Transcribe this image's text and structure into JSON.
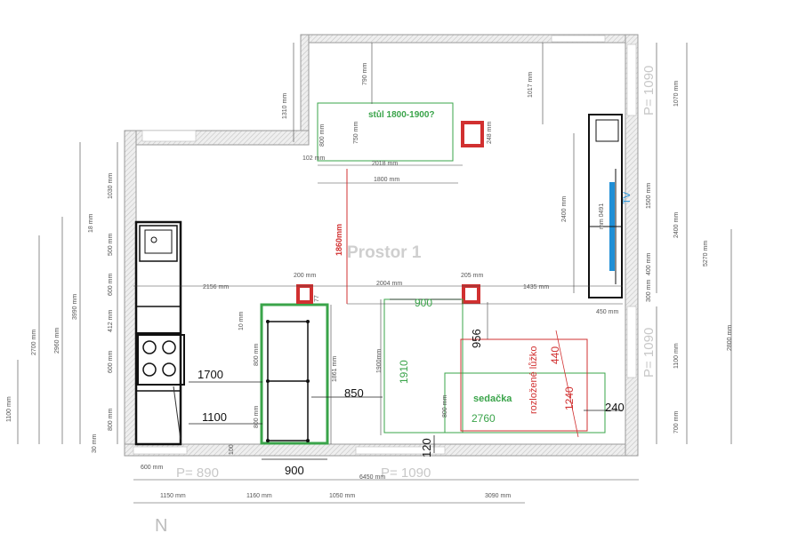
{
  "room_label": "Prostor 1",
  "north_symbol": "N",
  "labels": {
    "table": "stůl 1800-1900?",
    "tv": "TV",
    "sofa": "sedačka",
    "bed": "rozložené lůžko",
    "sofa_depth": "1910",
    "sofa_width": "2760",
    "bed_1240": "1240",
    "bed_440": "440",
    "dist_956": "956",
    "dist_1860": "1860mm",
    "d900_top": "900",
    "d240": "240",
    "d120": "120",
    "d850": "850",
    "d1700": "1700",
    "d1100": "1100",
    "d900_bottom": "900",
    "p1090_a": "P= 1090",
    "p1090_b": "P= 1090",
    "p1090_c": "P= 1090",
    "p890": "P= 890"
  },
  "dims": {
    "m2156": "2156 mm",
    "m2004": "2004 mm",
    "m1435": "1435 mm",
    "m200": "200 mm",
    "m205": "205 mm",
    "m2018": "2018 mm",
    "m1800": "1800 mm",
    "m1310": "1310 mm",
    "m790": "790 mm",
    "m750": "750 mm",
    "m800": "800 mm",
    "m1017": "1017 mm",
    "m248": "248 mm",
    "m102": "102 mm",
    "m1070": "1070 mm",
    "m5270": "5270 mm",
    "m2400a": "2400 mm",
    "m2400b": "2400 mm",
    "m1500": "1500 mm",
    "m400": "400 mm",
    "m300": "300 mm",
    "m450": "450 mm",
    "m1100r": "1100 mm",
    "m2800": "2800 mm",
    "m700r": "700 mm",
    "m6450": "6450 mm",
    "m1150": "1150 mm",
    "m1160": "1160 mm",
    "m1050": "1050 mm",
    "m3090": "3090 mm",
    "m600b": "600 mm",
    "m1100l": "1100 mm",
    "m2700": "2700 mm",
    "m2960": "2960 mm",
    "m3990": "3990 mm",
    "m1030": "1030 mm",
    "m500": "500 mm",
    "m600a": "600 mm",
    "m412": "412 mm",
    "m600c": "600 mm",
    "m800l": "800 mm",
    "m1861": "1861 mm",
    "m1900": "1900mm",
    "m800c": "800 mm",
    "m800d": "800 mm",
    "m800s": "800 mm",
    "m640": "mm 0491",
    "m30": "30 mm",
    "m18": "18 mm",
    "m10": "10 mm",
    "m77": "77",
    "m100": "100"
  }
}
